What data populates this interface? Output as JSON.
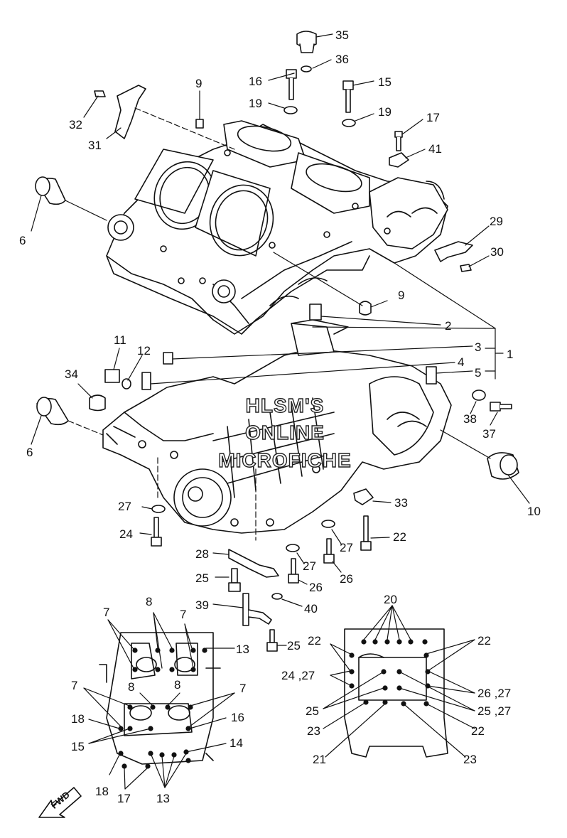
{
  "watermark": {
    "line1": "HLSM'S",
    "line2": "ONLINE",
    "line3": "MICROFICHE"
  },
  "fwd_label": "FWD",
  "callouts": {
    "c35": "35",
    "c36": "36",
    "c16": "16",
    "c15": "15",
    "c9a": "9",
    "c19a": "19",
    "c19b": "19",
    "c32": "32",
    "c31": "31",
    "c17": "17",
    "c41": "41",
    "c6a": "6",
    "c29": "29",
    "c30": "30",
    "c9b": "9",
    "c2": "2",
    "c3": "3",
    "c1": "1",
    "c4": "4",
    "c5": "5",
    "c11": "11",
    "c12": "12",
    "c34": "34",
    "c38": "38",
    "c37": "37",
    "c6b": "6",
    "c10": "10",
    "c27a": "27",
    "c33": "33",
    "c24": "24",
    "c22a": "22",
    "c27b": "27",
    "c28": "28",
    "c27c": "27",
    "c25a": "25",
    "c26a": "26",
    "c26b": "26",
    "c39": "39",
    "c40": "40",
    "c25b": "25",
    "c20": "20",
    "c7a": "7",
    "c8a": "8",
    "c7b": "7",
    "c13a": "13",
    "c22b": "22",
    "c22c": "22",
    "c2427": "24 ,27",
    "c7c": "7",
    "c8b": "8",
    "c8c": "8",
    "c7d": "7",
    "c18a": "18",
    "c16b": "16",
    "c15b": "15",
    "c2627": "26 ,27",
    "c25": "25",
    "c2527": "25 ,27",
    "c23a": "23",
    "c22d": "22",
    "c14": "14",
    "c21": "21",
    "c23b": "23",
    "c18b": "18",
    "c17b": "17",
    "c13b": "13"
  }
}
